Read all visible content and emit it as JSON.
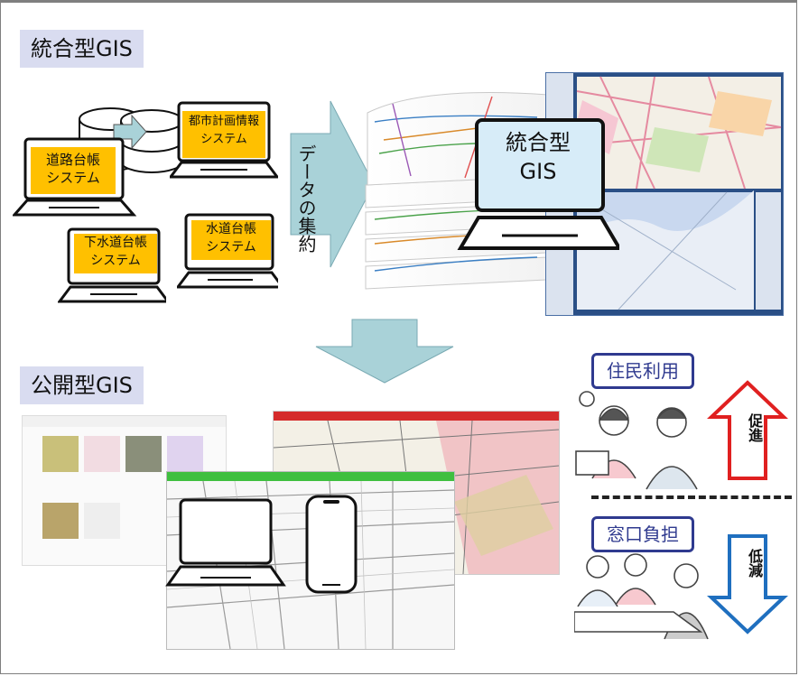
{
  "sections": {
    "integrated_title": "統合型GIS",
    "public_title": "公開型GIS"
  },
  "systems": {
    "road": "道路台帳\nシステム",
    "city": "都市計画情報\nシステム",
    "sewer": "下水道台帳\nシステム",
    "water": "水道台帳\nシステム"
  },
  "arrow_label": "データの集約",
  "central_laptop": "統合型\nGIS",
  "effects": {
    "resident_use": "住民利用",
    "promote": "促進",
    "window_burden": "窓口負担",
    "reduce": "低減"
  },
  "colors": {
    "section_bg": "#d9dcf0",
    "system_label": "#ffc000",
    "arrow_fill": "#a9d2d8",
    "promote_arrow": "#e02020",
    "reduce_arrow": "#1f6fbf",
    "label_border": "#2f3a8f"
  }
}
